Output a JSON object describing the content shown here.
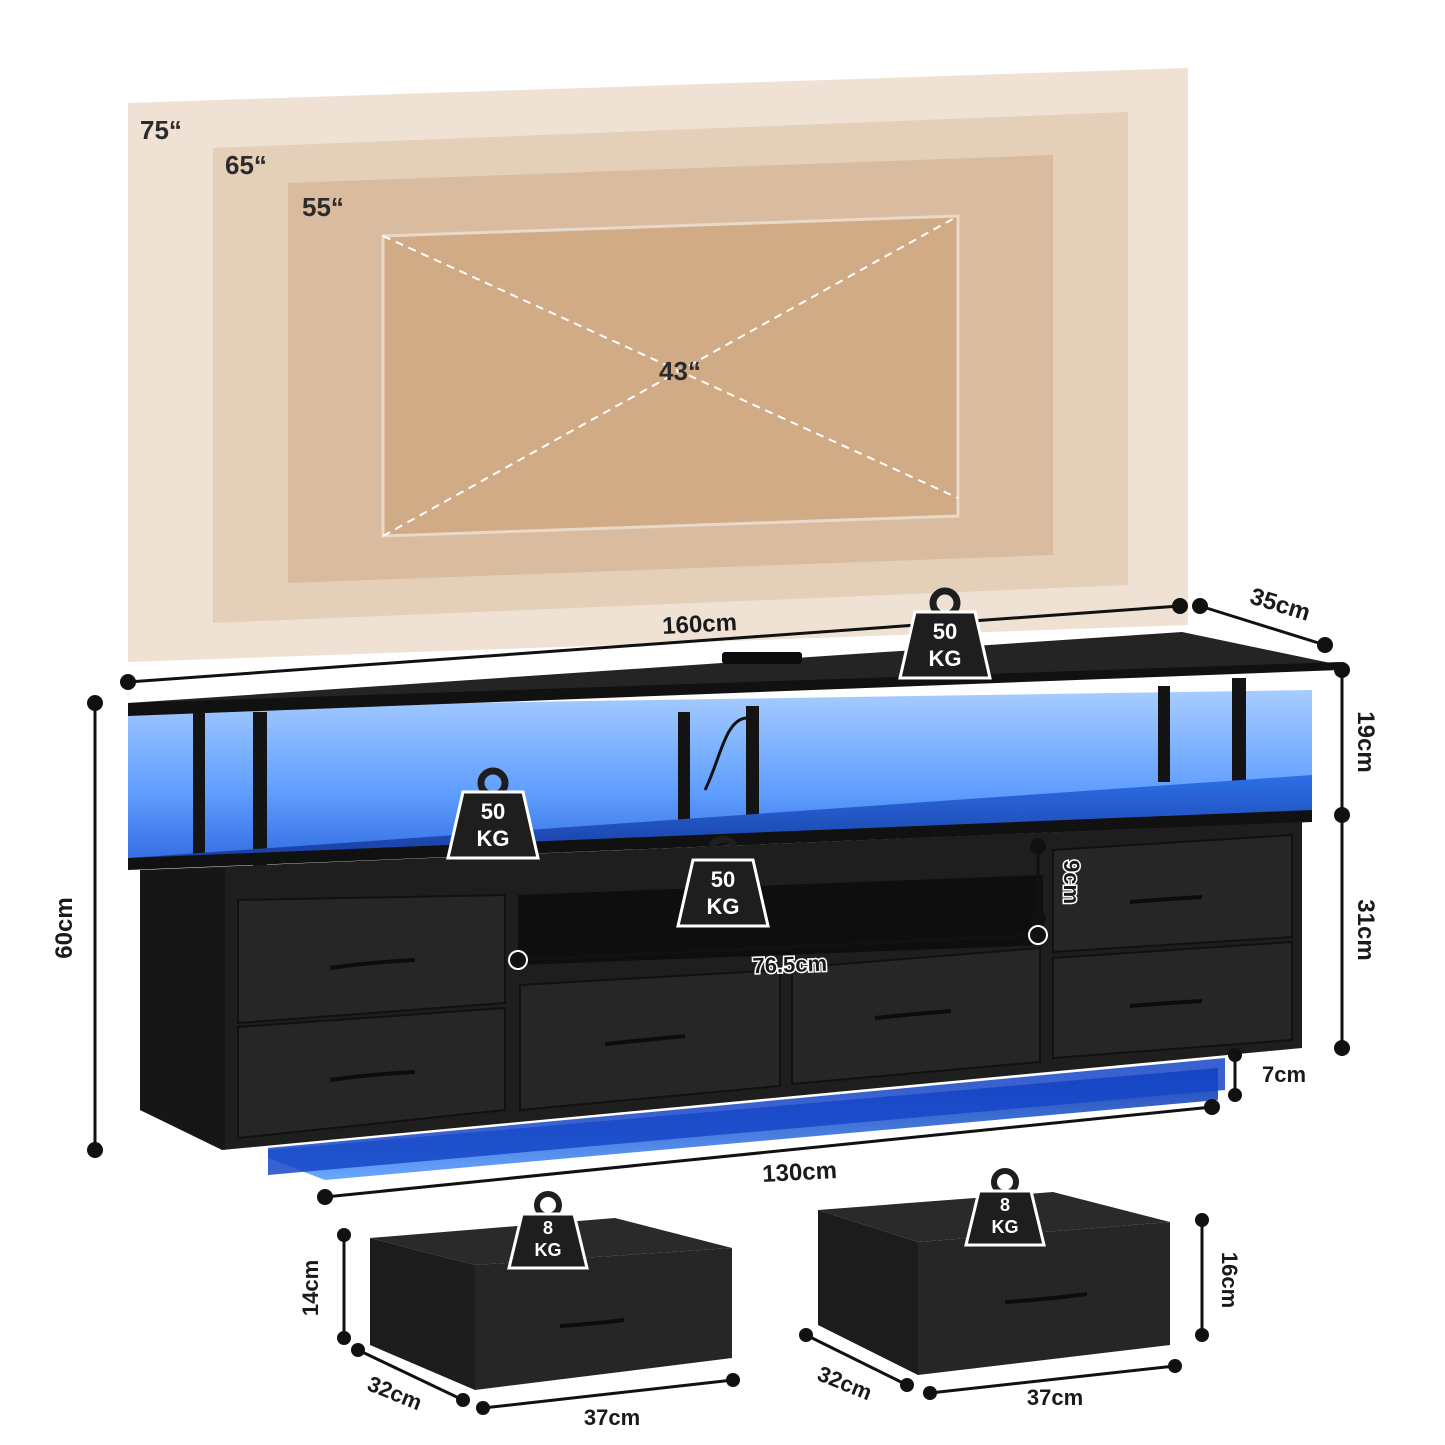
{
  "tv_sizes": {
    "s75": "75“",
    "s65": "65“",
    "s55": "55“",
    "s43": "43“"
  },
  "dimensions": {
    "width_top": "160cm",
    "depth_top": "35cm",
    "height_total": "60cm",
    "height_upper": "19cm",
    "height_lower": "31cm",
    "open_shelf_height": "9cm",
    "open_shelf_width": "76.5cm",
    "leg_gap": "7cm",
    "base_width": "130cm",
    "small_drawer_height": "14cm",
    "small_drawer_depth": "32cm",
    "small_drawer_width": "37cm",
    "large_drawer_height": "16cm",
    "large_drawer_depth": "32cm",
    "large_drawer_width": "37cm"
  },
  "weights": {
    "top": {
      "value": "50",
      "unit": "KG"
    },
    "shelf": {
      "value": "50",
      "unit": "KG"
    },
    "middle": {
      "value": "50",
      "unit": "KG"
    },
    "small_drawer": {
      "value": "8",
      "unit": "KG"
    },
    "large_drawer": {
      "value": "8",
      "unit": "KG"
    }
  },
  "colors": {
    "tv75": "#efe1d3",
    "tv65": "#e4cfb9",
    "tv55": "#d9bc9f",
    "tv43": "#d1aa86",
    "cabinet": "#1e1e1e",
    "led": "#2f7cf6"
  }
}
